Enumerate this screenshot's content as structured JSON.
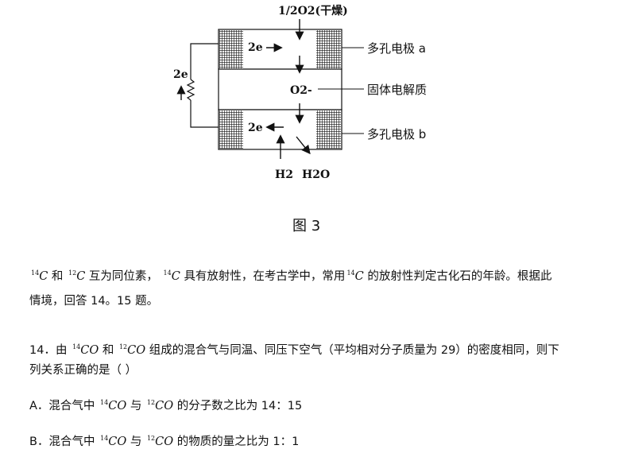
{
  "diagram": {
    "oxygen_label": "1/2O2(干燥)",
    "electron_top": "2e",
    "electron_side": "2e",
    "electron_bottom": "2e",
    "oxide_ion": "O2-",
    "electrode_a": "多孔电极 a",
    "electrolyte": "固体电解质",
    "electrode_b": "多孔电极 b",
    "hydrogen": "H2",
    "water": "H2O"
  },
  "figure_caption": "图 3",
  "intro": {
    "iso14": "14",
    "iso12": "12",
    "element": "C",
    "t1": "和",
    "t2": "互为同位素，",
    "t3": "具有放射性，在考古学中，常用",
    "t4": "的放射性判定古化石的年龄。根据此",
    "line2": "情境，回答 14。15 题。"
  },
  "question14": {
    "iso14": "14",
    "iso12": "12",
    "molecule": "CO",
    "p1": "14．由",
    "p2": "和",
    "p3": "组成的混合气与同温、同压下空气（平均相对分子质量为  29）的密度相同，则下",
    "line2": "列关系正确的是（  ）"
  },
  "optionA": {
    "p1": "A．混合气中",
    "p2": "与",
    "p3": "的分子数之比为 14：15"
  },
  "optionB": {
    "p1": "B．混合气中",
    "p2": "与",
    "p3": "的物质的量之比为 1：1"
  }
}
